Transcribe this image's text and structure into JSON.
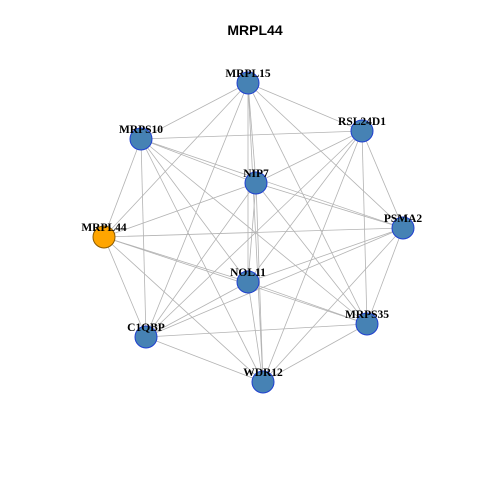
{
  "title": "MRPL44",
  "colors": {
    "node_fill": "#4682B4",
    "node_stroke": "#1F3FD0",
    "highlight_fill": "#FFA500",
    "highlight_stroke": "#8B5A00",
    "edge": "#B3B3B3"
  },
  "nodes": [
    {
      "id": "MRPL15",
      "label": "MRPL15",
      "highlight": false
    },
    {
      "id": "RSL24D1",
      "label": "RSL24D1",
      "highlight": false
    },
    {
      "id": "MRPS10",
      "label": "MRPS10",
      "highlight": false
    },
    {
      "id": "NIP7",
      "label": "NIP7",
      "highlight": false
    },
    {
      "id": "MRPL44",
      "label": "MRPL44",
      "highlight": true
    },
    {
      "id": "PSMA2",
      "label": "PSMA2",
      "highlight": false
    },
    {
      "id": "NOL11",
      "label": "NOL11",
      "highlight": false
    },
    {
      "id": "MRPS35",
      "label": "MRPS35",
      "highlight": false
    },
    {
      "id": "C1QBP",
      "label": "C1QBP",
      "highlight": false
    },
    {
      "id": "WDR12",
      "label": "WDR12",
      "highlight": false
    }
  ],
  "edges": [
    [
      "MRPL15",
      "RSL24D1"
    ],
    [
      "MRPL15",
      "MRPS10"
    ],
    [
      "MRPL15",
      "NIP7"
    ],
    [
      "MRPL15",
      "MRPL44"
    ],
    [
      "MRPL15",
      "PSMA2"
    ],
    [
      "MRPL15",
      "NOL11"
    ],
    [
      "MRPL15",
      "MRPS35"
    ],
    [
      "MRPL15",
      "C1QBP"
    ],
    [
      "MRPL15",
      "WDR12"
    ],
    [
      "RSL24D1",
      "MRPS10"
    ],
    [
      "RSL24D1",
      "NIP7"
    ],
    [
      "RSL24D1",
      "PSMA2"
    ],
    [
      "RSL24D1",
      "NOL11"
    ],
    [
      "RSL24D1",
      "MRPS35"
    ],
    [
      "RSL24D1",
      "C1QBP"
    ],
    [
      "RSL24D1",
      "WDR12"
    ],
    [
      "MRPS10",
      "NIP7"
    ],
    [
      "MRPS10",
      "MRPL44"
    ],
    [
      "MRPS10",
      "PSMA2"
    ],
    [
      "MRPS10",
      "NOL11"
    ],
    [
      "MRPS10",
      "MRPS35"
    ],
    [
      "MRPS10",
      "C1QBP"
    ],
    [
      "MRPS10",
      "WDR12"
    ],
    [
      "NIP7",
      "MRPL44"
    ],
    [
      "NIP7",
      "PSMA2"
    ],
    [
      "NIP7",
      "NOL11"
    ],
    [
      "NIP7",
      "MRPS35"
    ],
    [
      "NIP7",
      "C1QBP"
    ],
    [
      "NIP7",
      "WDR12"
    ],
    [
      "MRPL44",
      "PSMA2"
    ],
    [
      "MRPL44",
      "NOL11"
    ],
    [
      "MRPL44",
      "MRPS35"
    ],
    [
      "MRPL44",
      "C1QBP"
    ],
    [
      "MRPL44",
      "WDR12"
    ],
    [
      "PSMA2",
      "NOL11"
    ],
    [
      "PSMA2",
      "MRPS35"
    ],
    [
      "PSMA2",
      "C1QBP"
    ],
    [
      "PSMA2",
      "WDR12"
    ],
    [
      "NOL11",
      "MRPS35"
    ],
    [
      "NOL11",
      "C1QBP"
    ],
    [
      "NOL11",
      "WDR12"
    ],
    [
      "MRPS35",
      "C1QBP"
    ],
    [
      "MRPS35",
      "WDR12"
    ],
    [
      "C1QBP",
      "WDR12"
    ]
  ]
}
